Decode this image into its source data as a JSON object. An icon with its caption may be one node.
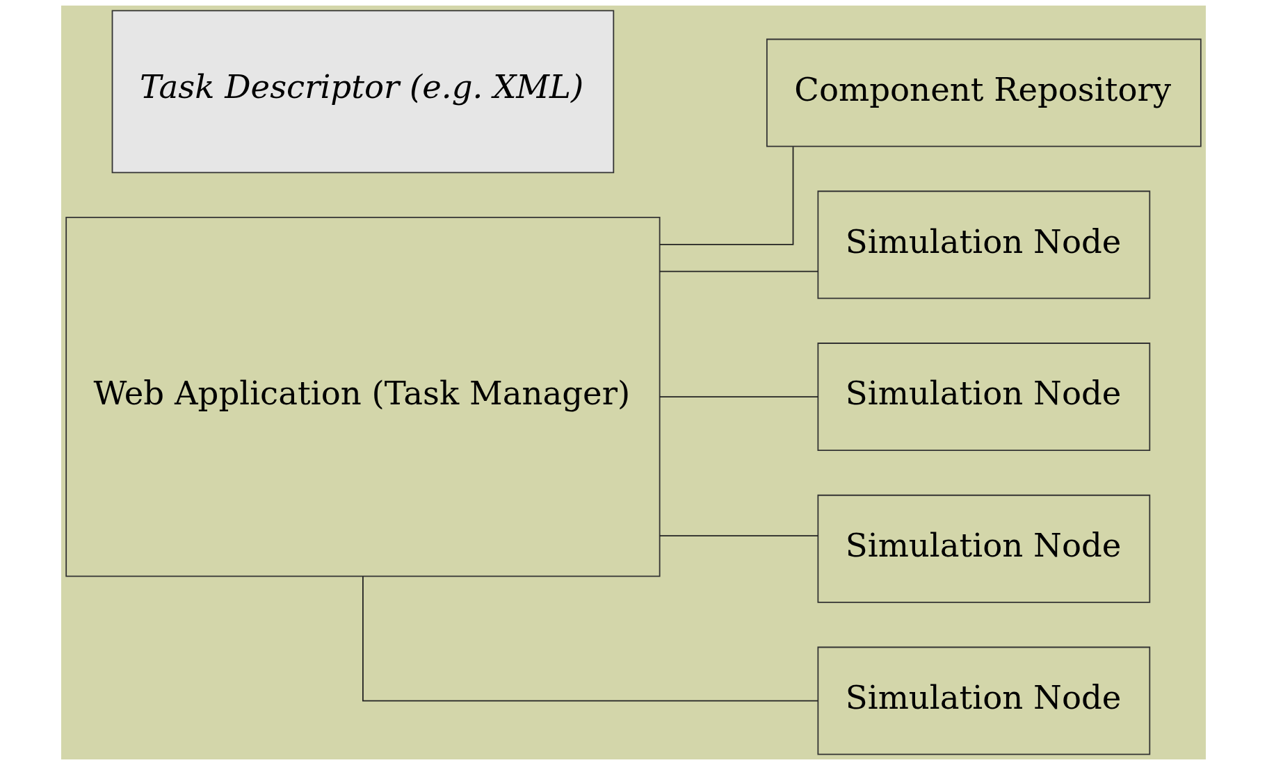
{
  "diagram": {
    "nodes": [
      {
        "text": [
          "Web Application (Task Manager)"
        ]
      },
      {
        "text": [
          "Task Descriptor (e.g. XML)"
        ]
      },
      {
        "text": [
          "Component Repository"
        ]
      },
      {
        "text": [
          "Simulation Node"
        ]
      },
      {
        "text": [
          "Simulation Node"
        ]
      },
      {
        "text": [
          "Simulation Node"
        ]
      },
      {
        "text": [
          "Simulation Node"
        ]
      }
    ],
    "edges": [
      {
        "from": 0,
        "to": 2,
        "arrow": "none"
      },
      {
        "from": 0,
        "to": 3,
        "arrow": "none"
      },
      {
        "from": 0,
        "to": 4,
        "arrow": "none"
      },
      {
        "from": 0,
        "to": 5,
        "arrow": "none"
      },
      {
        "from": 0,
        "to": 6,
        "arrow": "none"
      }
    ]
  }
}
